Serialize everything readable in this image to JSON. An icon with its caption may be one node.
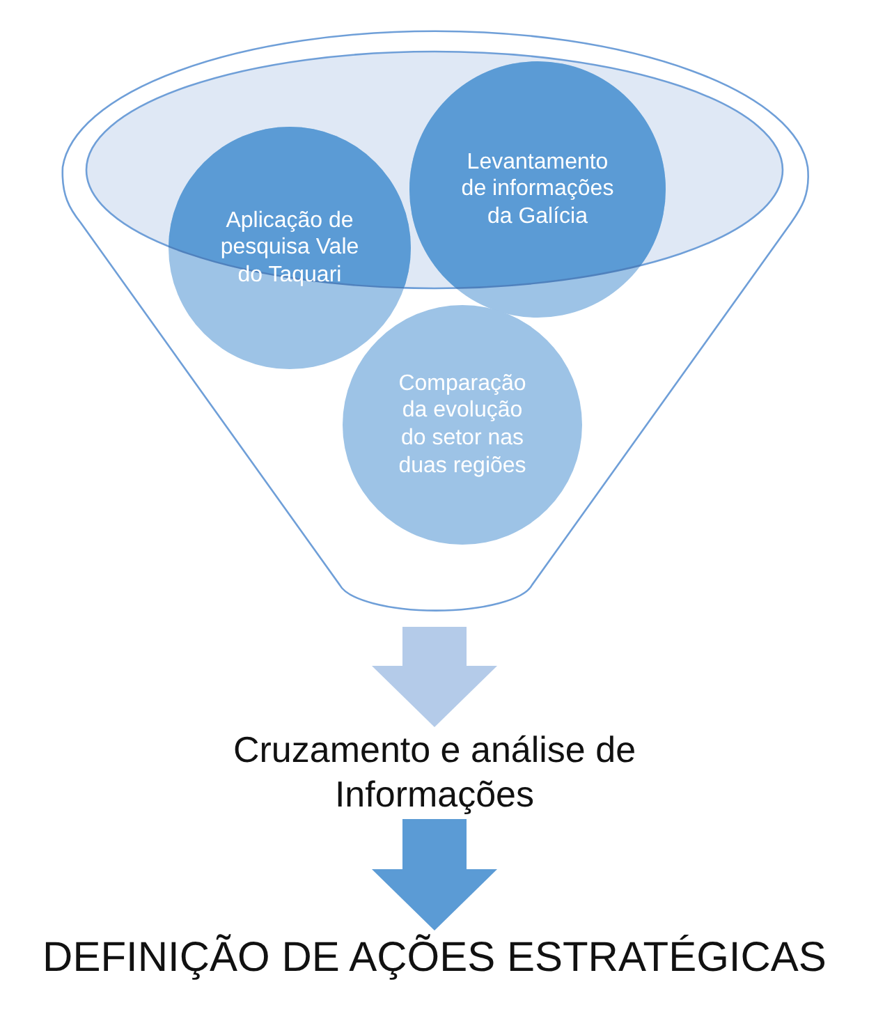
{
  "diagram": {
    "nodes": [
      {
        "text": [],
        "shape": "funnel"
      },
      {
        "text": [
          "Aplicação de pesquisa Vale do Taquari"
        ],
        "in": 0
      },
      {
        "text": [
          "Levantamento de informações da Galícia"
        ],
        "in": 0
      },
      {
        "text": [
          "Comparação da evolução do setor nas duas regiões"
        ],
        "in": 0
      },
      {
        "text": [
          "Cruzamento e análise de Informações"
        ]
      },
      {
        "text": [
          "DEFINIÇÃO DE AÇÕES ESTRATÉGICAS"
        ]
      }
    ],
    "edges": [
      {
        "from": 0,
        "to": 4,
        "arrow": "to",
        "color": "#b4cbe9"
      },
      {
        "from": 4,
        "to": 5,
        "arrow": "to",
        "color": "#5b9bd5"
      }
    ]
  }
}
